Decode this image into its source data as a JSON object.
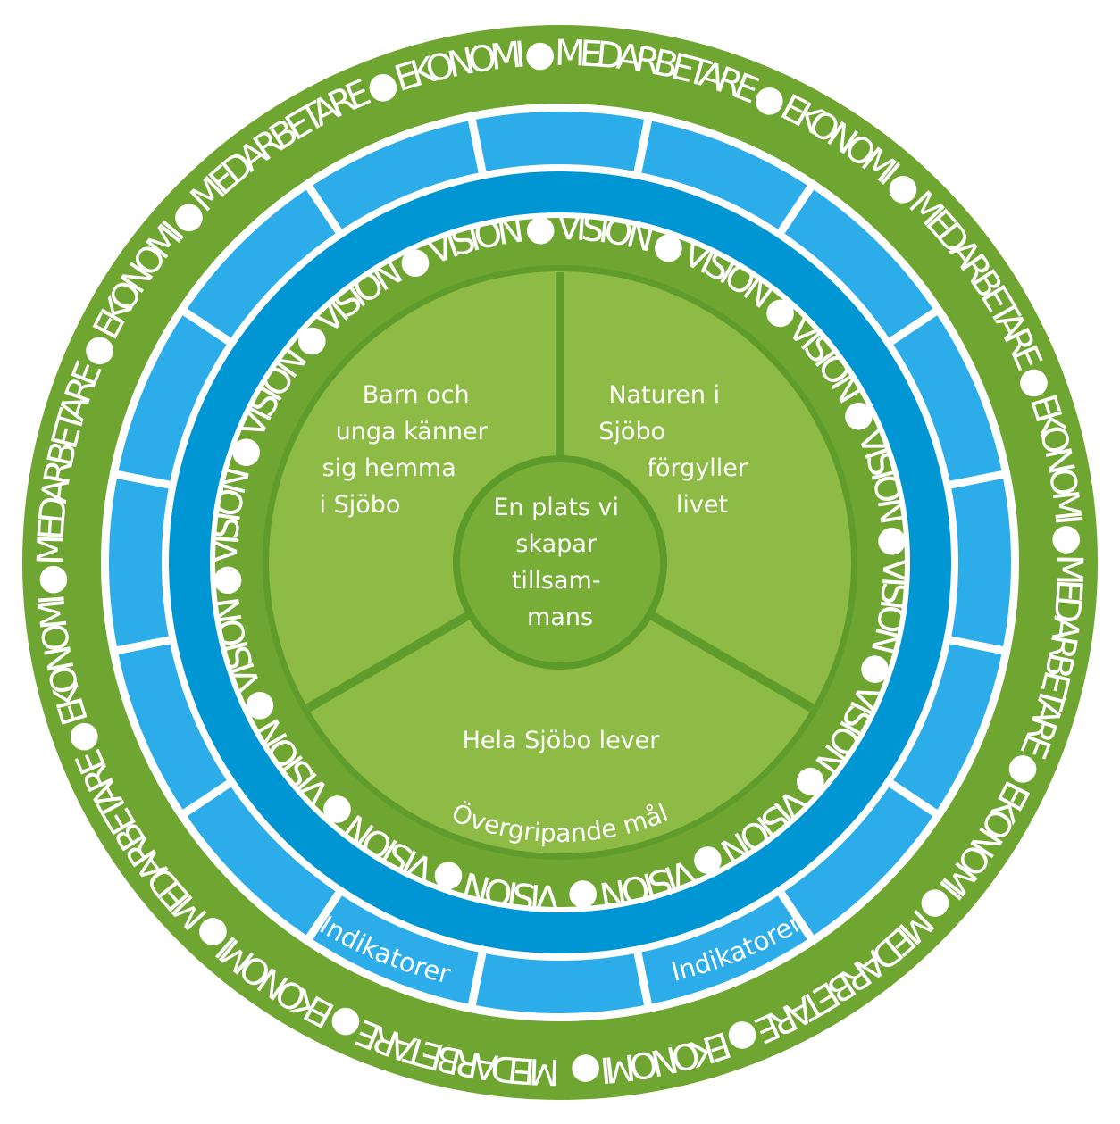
{
  "colors": {
    "outer_green": "#6fa631",
    "inner_green": "#8dbb45",
    "dark_green": "#5c9a2a",
    "blue_dark": "#0095d3",
    "blue_light": "#2cadea",
    "white": "#ffffff"
  },
  "outer_ring": {
    "words": [
      "MEDARBETARE",
      "EKONOMI"
    ],
    "word_count": 16
  },
  "vision_ring": {
    "word": "VISION",
    "word_count": 16
  },
  "blue_ring": {
    "goal_label": "Övergripande mål",
    "indicator_label_left": "Indikatorer",
    "indicator_label_right": "Indikatorer"
  },
  "sectors": {
    "top_left": [
      "Barn och",
      "unga känner",
      "sig hemma",
      "i Sjöbo"
    ],
    "top_right": [
      "Naturen i",
      "Sjöbo",
      "förgyller",
      "livet"
    ],
    "bottom": [
      "Hela Sjöbo lever"
    ]
  },
  "center": {
    "lines": [
      "En plats vi",
      "skapar",
      "tillsam-",
      "mans"
    ]
  }
}
